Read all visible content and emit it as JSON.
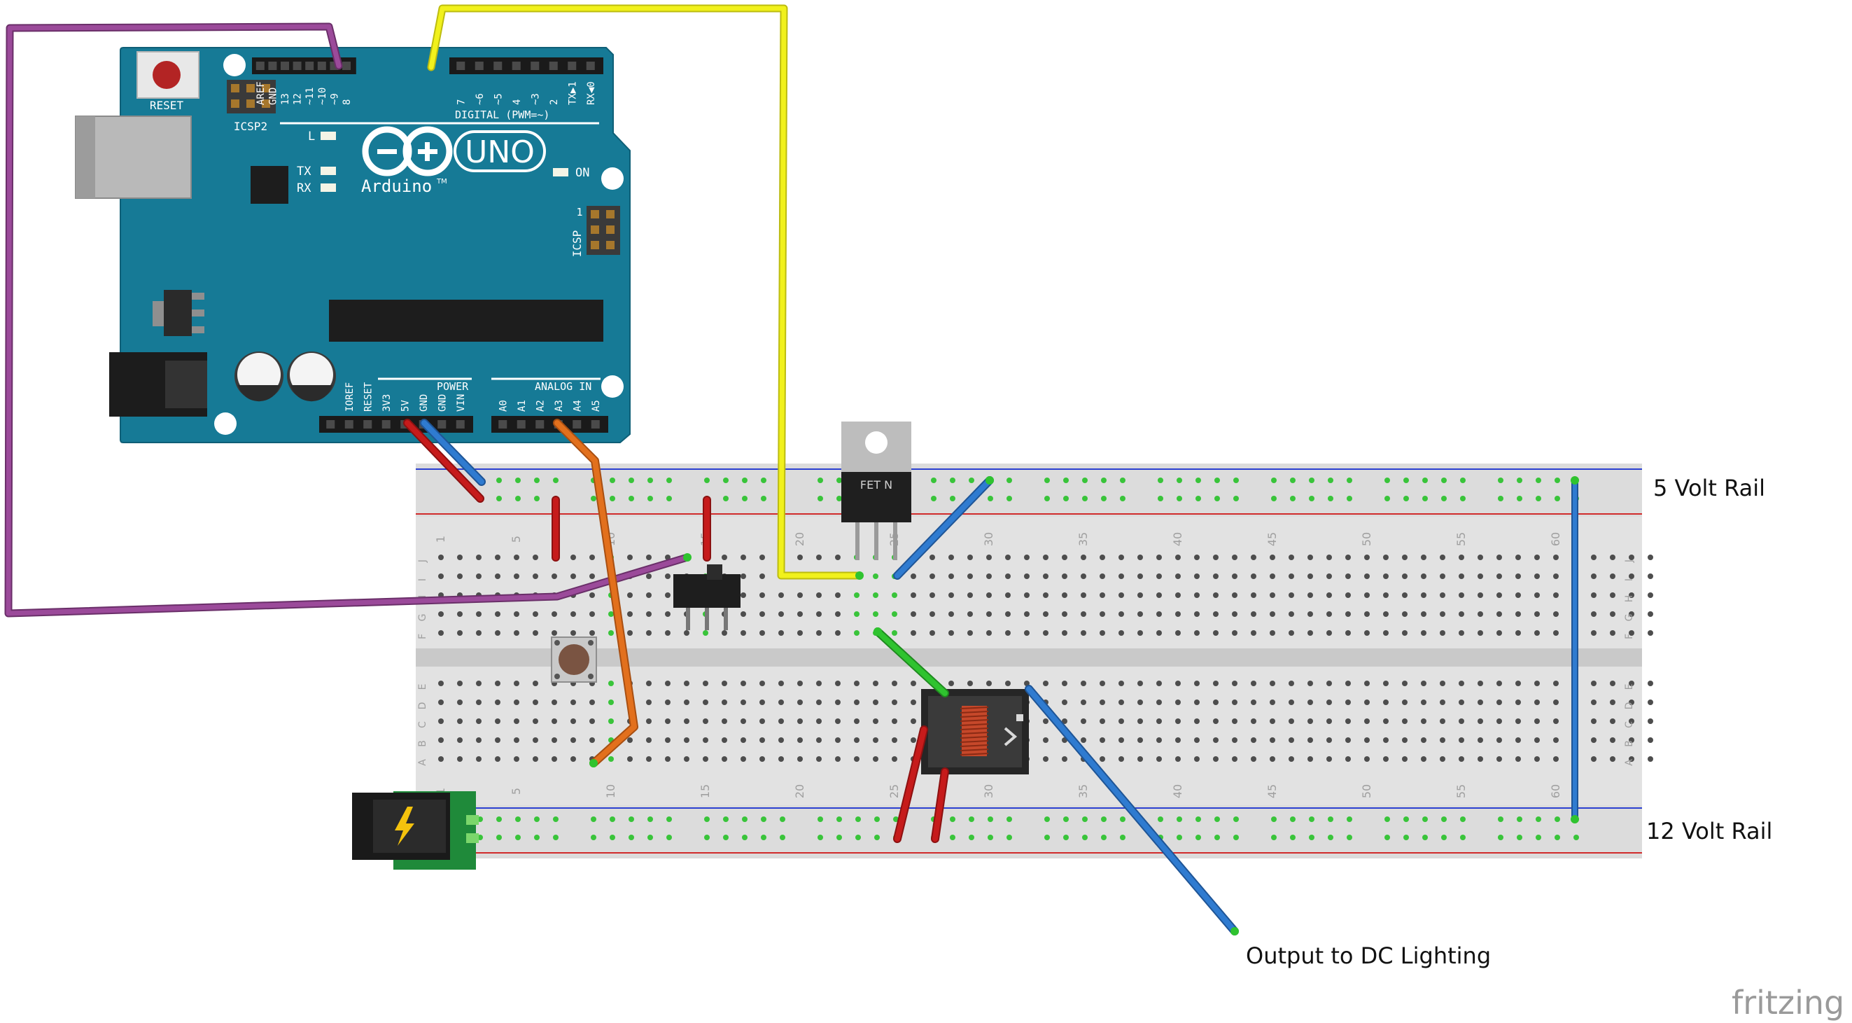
{
  "arduino": {
    "reset": "RESET",
    "icsp2": "ICSP2",
    "icsp": "ICSP",
    "icsp_one": "1",
    "led_l": "L",
    "led_tx": "TX",
    "led_rx": "RX",
    "led_on": "ON",
    "uno": "UNO",
    "brand": "Arduino",
    "tm": "TM",
    "digital": "DIGITAL (PWM=~)",
    "power": "POWER",
    "analog": "ANALOG IN",
    "digital_pins": [
      "AREF",
      "GND",
      "13",
      "12",
      "~11",
      "~10",
      "~9",
      "8",
      "7",
      "~6",
      "~5",
      "4",
      "~3",
      "2",
      "TX▶1",
      "RX◀0"
    ],
    "power_pins": [
      "IOREF",
      "RESET",
      "3V3",
      "5V",
      "GND",
      "GND",
      "VIN"
    ],
    "analog_pins": [
      "A0",
      "A1",
      "A2",
      "A3",
      "A4",
      "A5"
    ]
  },
  "breadboard": {
    "columns": 65,
    "col_numbers": [
      "1",
      "5",
      "10",
      "15",
      "20",
      "25",
      "30",
      "35",
      "40",
      "45",
      "50",
      "55",
      "60"
    ],
    "top_rows": [
      "J",
      "I",
      "H",
      "G",
      "F"
    ],
    "bottom_rows": [
      "E",
      "D",
      "C",
      "B",
      "A"
    ],
    "rail_colors": {
      "positive": "#d12b2b",
      "negative": "#2b3fd1"
    }
  },
  "mosfet": {
    "label": "FET N"
  },
  "labels": {
    "rail_5v": "5 Volt Rail",
    "rail_12v": "12 Volt Rail",
    "output": "Output to DC Lighting",
    "fritzing": "fritzing"
  },
  "wire_colors": {
    "purple": "#9b4a9a",
    "yellow": "#f1f11c",
    "red": "#c61b1b",
    "blue": "#2f7bd0",
    "orange": "#e2701d",
    "green": "#2fc32f"
  }
}
